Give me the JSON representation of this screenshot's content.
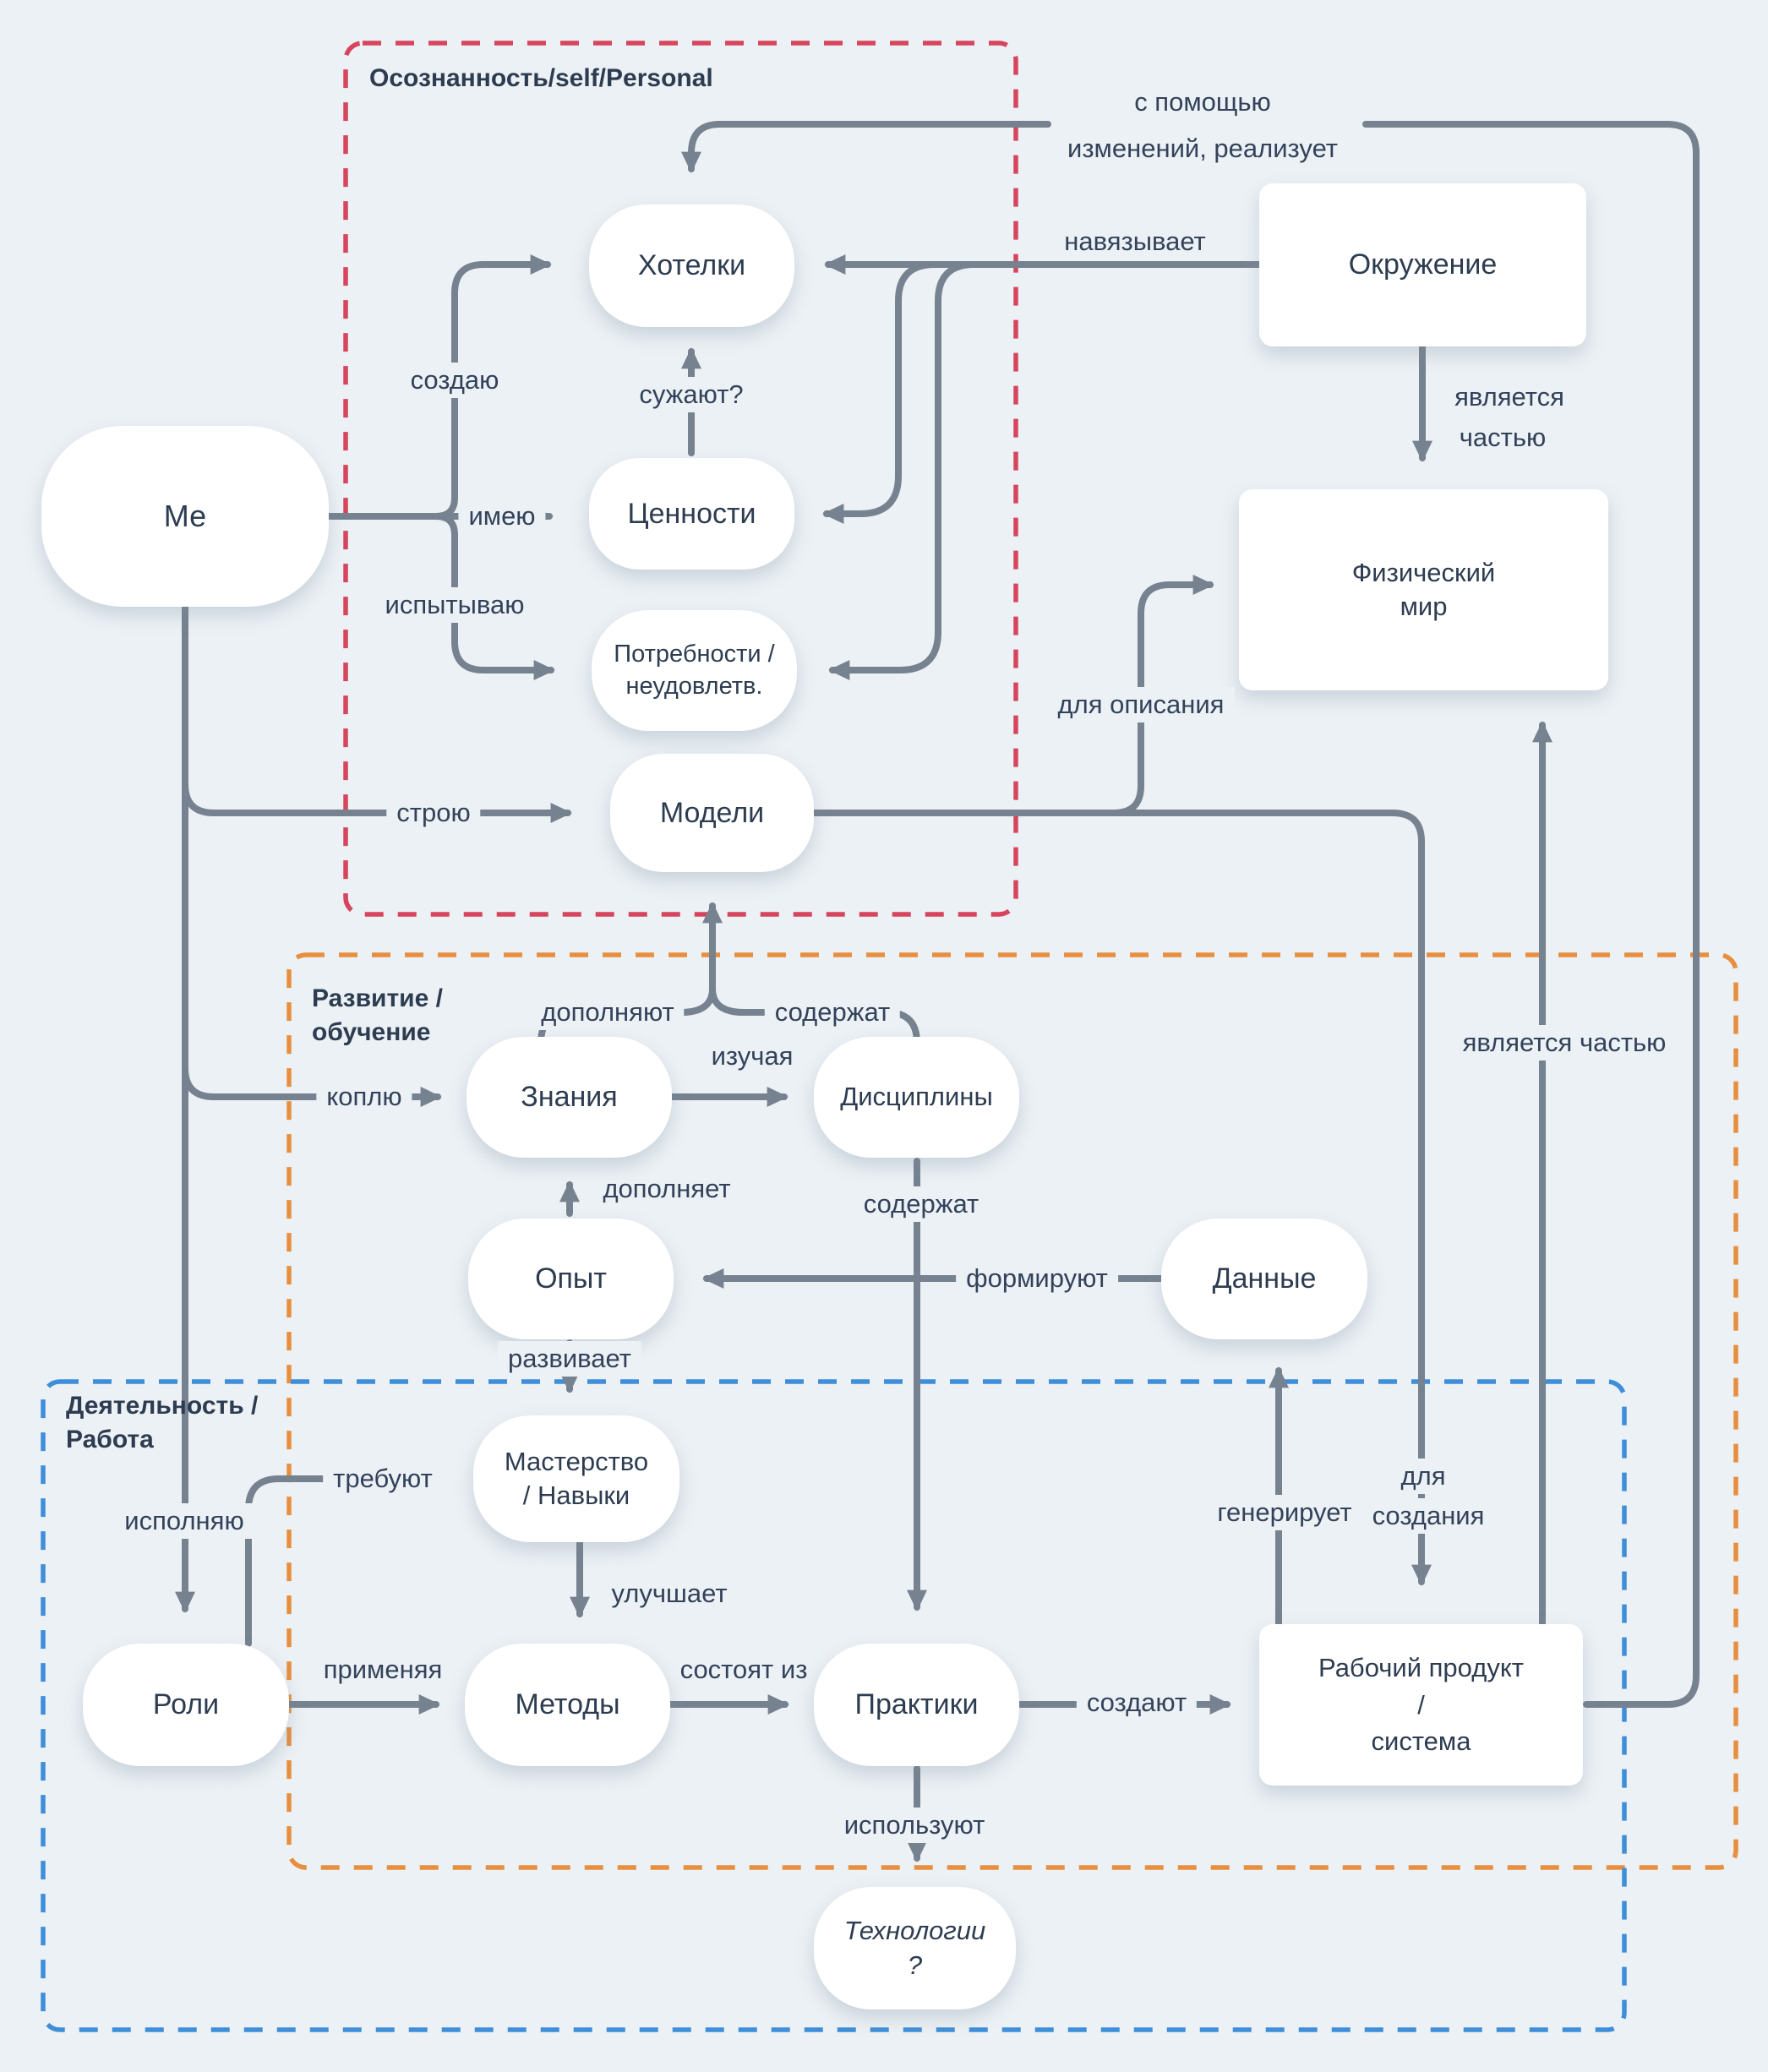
{
  "colors": {
    "background": "#ECF1F5",
    "node_fill": "#FFFFFF",
    "wire": "#76828F",
    "text": "#2D3C50",
    "group_personal": "#D6455D",
    "group_development": "#E88F3F",
    "group_work": "#3E8ED9"
  },
  "groups": {
    "personal": {
      "title": "Осознанность/self/Personal"
    },
    "development": {
      "title_line1": "Развитие /",
      "title_line2": "обучение"
    },
    "work": {
      "title_line1": "Деятельность /",
      "title_line2": "Работа"
    }
  },
  "nodes": {
    "me": {
      "label": "Ме"
    },
    "hotelki": {
      "label": "Хотелки"
    },
    "cennosti": {
      "label": "Ценности"
    },
    "potrebnosti": {
      "line1": "Потребности /",
      "line2": "неудовлетв."
    },
    "okruzhenie": {
      "label": "Окружение"
    },
    "fizmir": {
      "line1": "Физический",
      "line2": "мир"
    },
    "modeli": {
      "label": "Модели"
    },
    "znania": {
      "label": "Знания"
    },
    "discipliny": {
      "label": "Дисциплины"
    },
    "opyt": {
      "label": "Опыт"
    },
    "dannye": {
      "label": "Данные"
    },
    "masterstvo": {
      "line1": "Мастерство",
      "line2": "/ Навыки"
    },
    "roli": {
      "label": "Роли"
    },
    "metody": {
      "label": "Методы"
    },
    "praktiki": {
      "label": "Практики"
    },
    "product": {
      "line1": "Рабочий продукт",
      "line2": "/",
      "line3": "система"
    },
    "tech": {
      "line1": "Технологии",
      "line2": "?"
    }
  },
  "edge_labels": {
    "realizes_1": "с помощью",
    "realizes_2": "изменений, реализует",
    "imposes": "навязывает",
    "sozdayu": "создаю",
    "suzhayut": "сужают?",
    "imeyu": "имею",
    "ispytyvayu": "испытываю",
    "part_of_top_1": "является",
    "part_of_top_2": "частью",
    "stroyu": "строю",
    "for_description": "для описания",
    "part_of_right": "является частью",
    "dopolnyayut": "дополняют",
    "soderzhat_fork": "содержат",
    "izuchaya": "изучая",
    "koplyu": "коплю",
    "dopolnyaet": "дополняет",
    "soderzhat_down": "содержат",
    "formiruyut": "формируют",
    "razvivaet": "развивает",
    "trebuyut": "требуют",
    "ispolnyayu": "исполняю",
    "generiruet": "генерирует",
    "for_creation_1": "для",
    "for_creation_2": "создания",
    "uluchshaet": "улучшает",
    "primenyaya": "применяя",
    "sostoyat_iz": "состоят из",
    "sozdayut": "создают",
    "ispolzuyut": "используют"
  }
}
